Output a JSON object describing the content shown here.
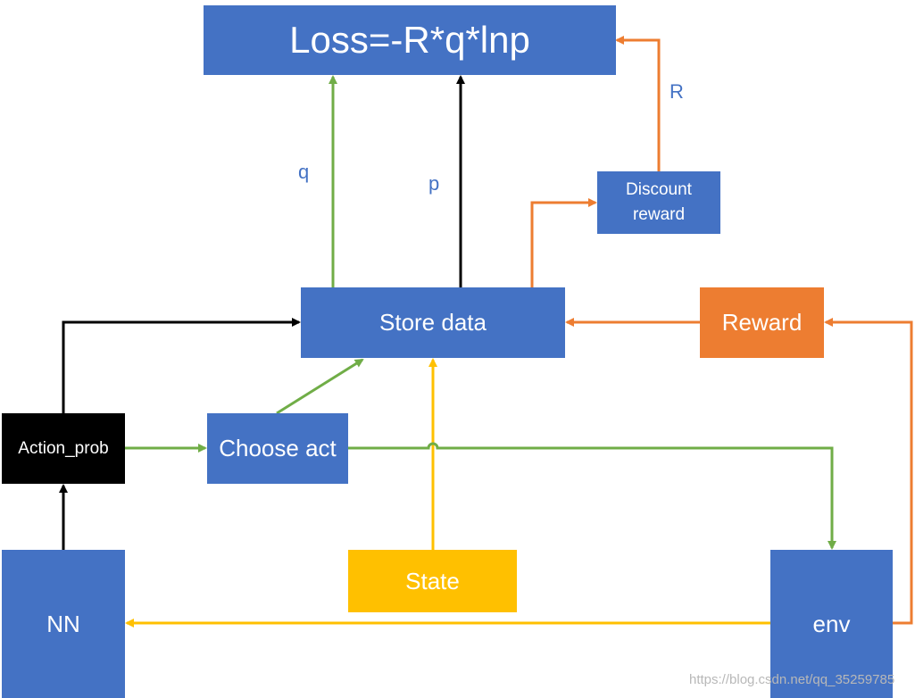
{
  "nodes": {
    "loss": "Loss=-R*q*lnp",
    "discount_line1": "Discount",
    "discount_line2": "reward",
    "store": "Store data",
    "reward": "Reward",
    "action_prob": "Action_prob",
    "choose_act": "Choose act",
    "state": "State",
    "nn": "NN",
    "env": "env"
  },
  "edge_labels": {
    "q": "q",
    "p": "p",
    "r": "R"
  },
  "colors": {
    "box_blue": "#4472c4",
    "box_orange": "#ed7d31",
    "box_gold": "#ffc000",
    "box_black": "#000000",
    "arrow_green": "#70ad47",
    "arrow_orange": "#ed7d31",
    "arrow_gold": "#ffc000",
    "arrow_black": "#000000",
    "label_blue": "#4472c4"
  },
  "watermark": "https://blog.csdn.net/qq_35259785"
}
